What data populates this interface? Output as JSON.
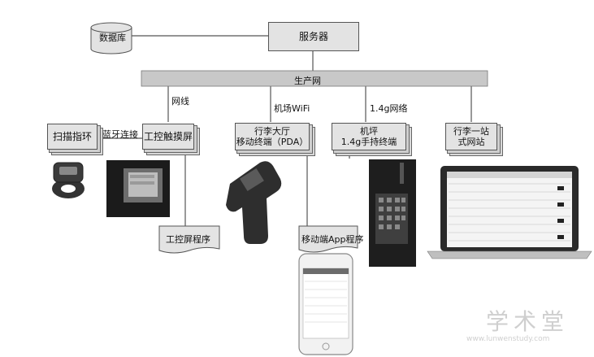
{
  "diagram": {
    "server": "服务器",
    "database": "数据库",
    "bus": "生产网",
    "links": {
      "wired": "网线",
      "wifi": "机场WiFi",
      "g14": "1.4g网络",
      "bluetooth": "蓝牙连接"
    },
    "devices": {
      "ring_scanner": "扫描指环",
      "touchscreen": "工控触摸屏",
      "pda": "行李大厅\n移动终端（PDA）",
      "handset": "机坪\n1.4g手持终端",
      "web": "行李一站\n式网站"
    },
    "docs": {
      "touch_app": "工控屏程序",
      "mobile_app": "移动端App程序"
    }
  },
  "watermark": {
    "cn": "学术堂",
    "url": "www.lunwenstudy.com"
  }
}
